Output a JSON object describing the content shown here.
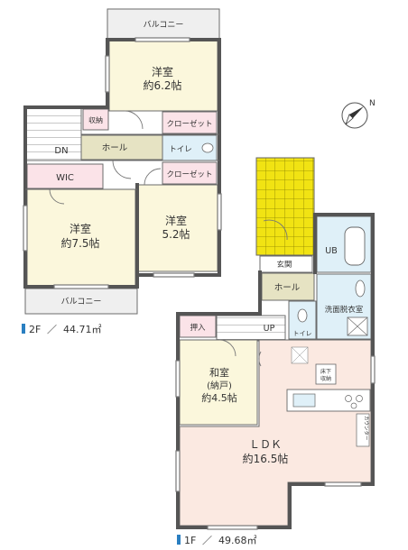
{
  "floor2": {
    "summary": {
      "level": "2F",
      "area": "44.71㎡"
    },
    "rooms": {
      "balcony_top": "バルコニー",
      "western1": {
        "name": "洋室",
        "size": "約6.2帖"
      },
      "storage": "収納",
      "closet1": "クローゼット",
      "closet2": "クローゼット",
      "dn": "DN",
      "hall": "ホール",
      "toilet": "トイレ",
      "wic": "WIC",
      "western2": {
        "name": "洋室",
        "size": "約7.5帖"
      },
      "western3": {
        "name": "洋室",
        "size": "5.2帖"
      },
      "balcony_bottom": "バルコニー"
    }
  },
  "floor1": {
    "summary": {
      "level": "1F",
      "area": "49.68㎡"
    },
    "rooms": {
      "entrance": "玄関",
      "ub": "UB",
      "hall": "ホール",
      "washroom": "洗面脱衣室",
      "oshiire": "押入",
      "up": "UP",
      "toilet": "トイレ",
      "japanese": {
        "name": "和室",
        "sub": "(納戸)",
        "size": "約4.5帖"
      },
      "underfloor": [
        "床下",
        "収納"
      ],
      "ldk": {
        "name": "ＬＤＫ",
        "size": "約16.5帖"
      },
      "counter": "カウンター"
    }
  },
  "compass": {
    "label": "N"
  },
  "colors": {
    "yellow": "#fbf7dc",
    "hall": "#e6e3c3",
    "pink": "#fbe3e8",
    "blue": "#dff0f8",
    "peach": "#fbe9e1",
    "grey": "#efefef",
    "tile": "#f1e313",
    "accent": "#2a7fc1"
  }
}
